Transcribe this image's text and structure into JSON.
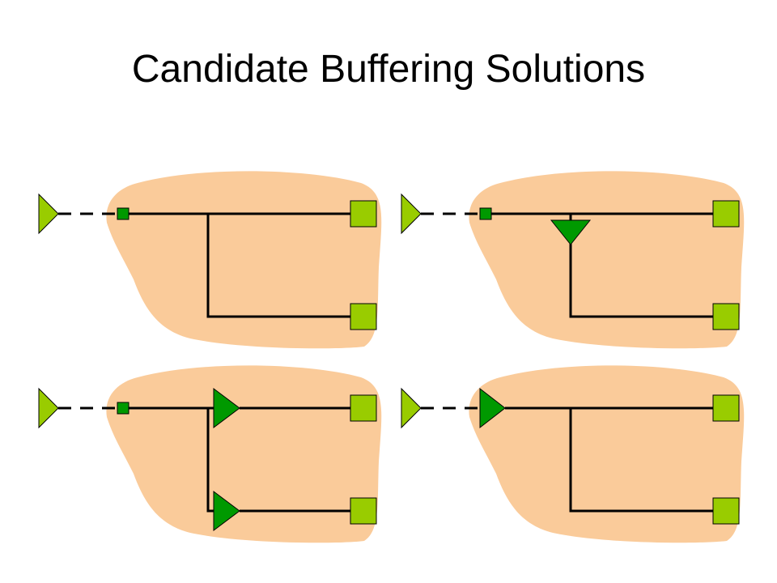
{
  "title": "Candidate Buffering Solutions",
  "colors": {
    "region_fill": "#FACB9A",
    "driver_fill": "#99CC00",
    "sink_fill": "#99CC00",
    "buffer_fill": "#009900",
    "steiner_node_fill": "#009900",
    "wire": "#000000"
  },
  "panels": [
    {
      "name": "unbuffered",
      "buffers": [],
      "steiner_point": true
    },
    {
      "name": "buffer-on-branch",
      "buffers": [
        "branch-down"
      ],
      "steiner_point": true
    },
    {
      "name": "buffer-per-sink",
      "buffers": [
        "sink-top",
        "sink-bottom"
      ],
      "steiner_point": true
    },
    {
      "name": "buffer-at-root",
      "buffers": [
        "root"
      ],
      "steiner_point": false
    }
  ]
}
